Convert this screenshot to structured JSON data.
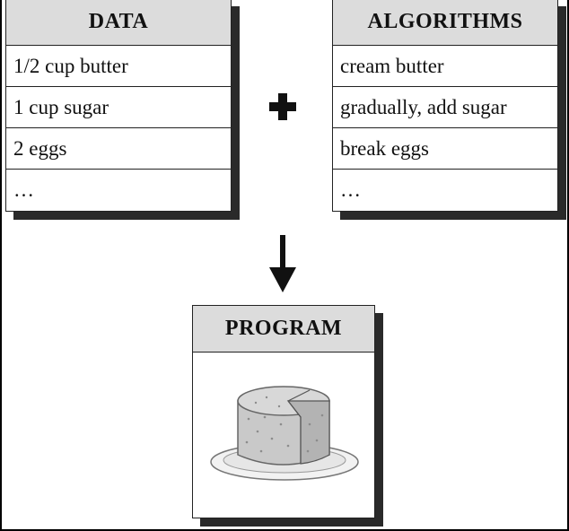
{
  "data_card": {
    "title": "DATA",
    "items": [
      "1/2 cup butter",
      "1 cup sugar",
      "2 eggs",
      "…"
    ]
  },
  "algorithms_card": {
    "title": "ALGORITHMS",
    "items": [
      "cream butter",
      "gradually, add sugar",
      "break eggs",
      "…"
    ]
  },
  "operator": {
    "symbol": "plus-sign"
  },
  "connector": {
    "symbol": "down-arrow"
  },
  "program_card": {
    "title": "PROGRAM",
    "image": "cake-illustration"
  }
}
